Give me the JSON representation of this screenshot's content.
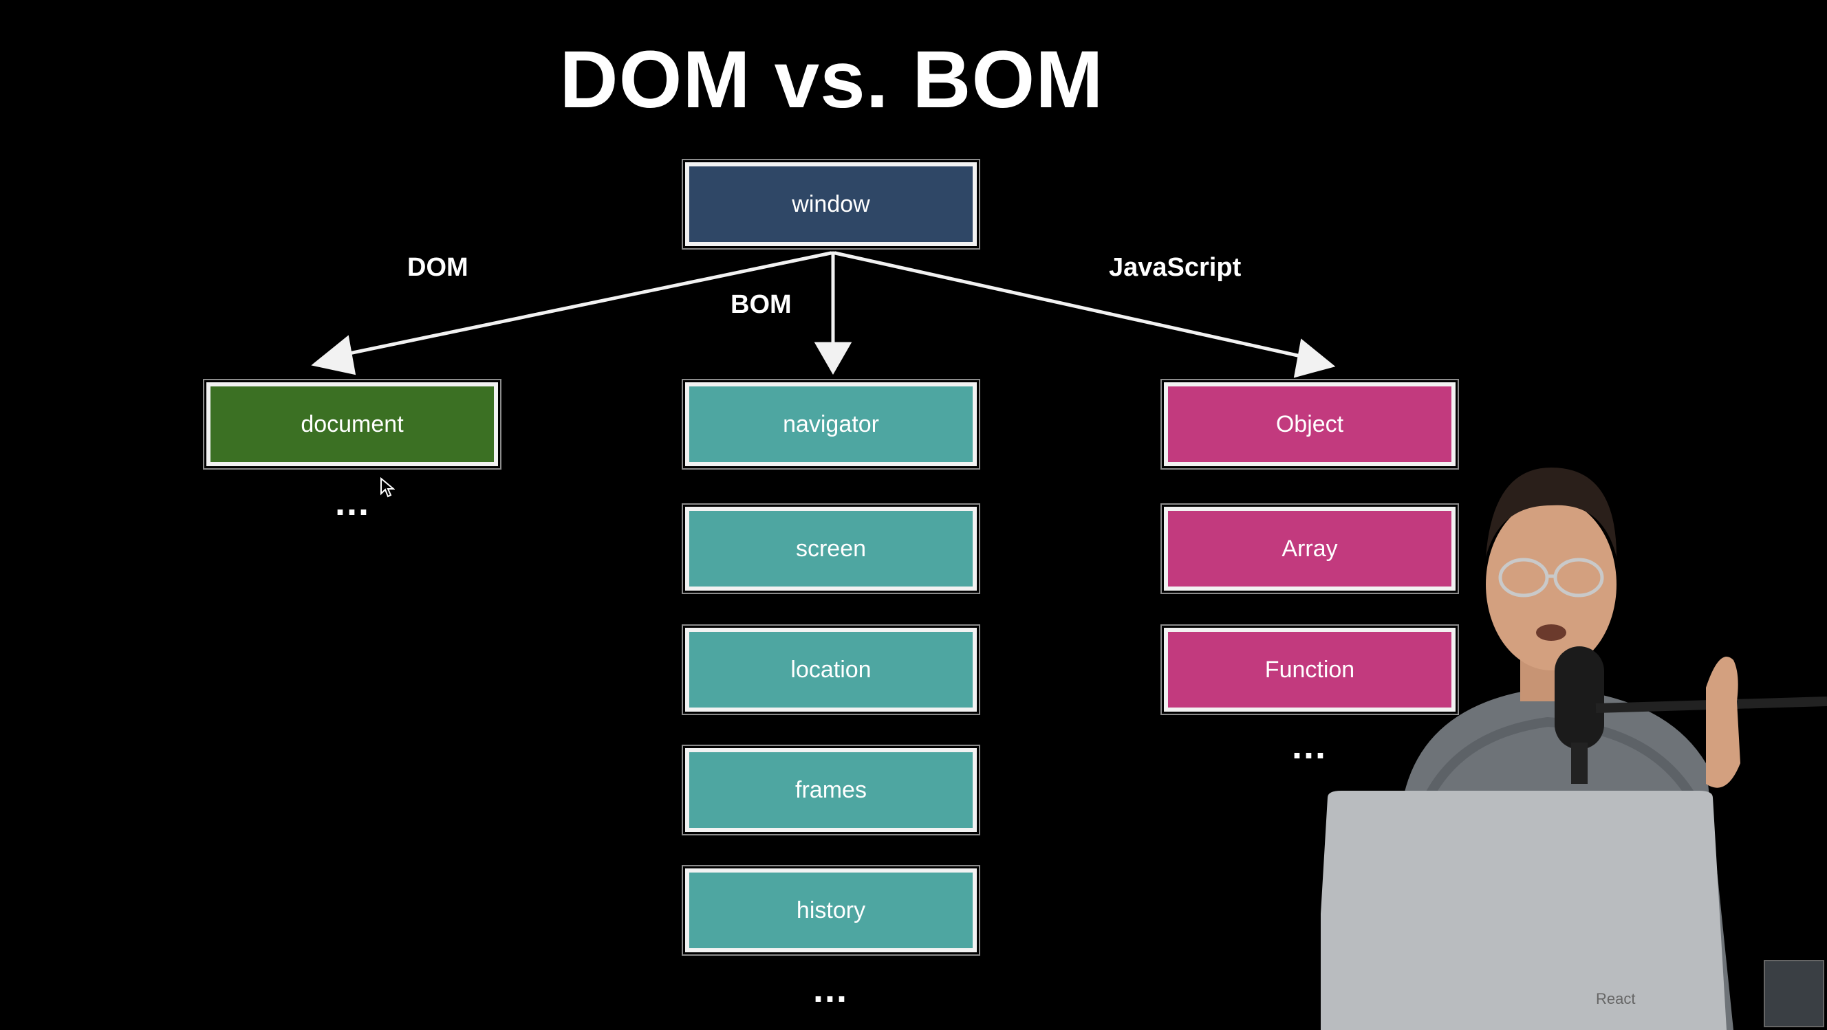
{
  "title": "DOM vs. BOM",
  "root": {
    "label": "window",
    "color": "#2f4766"
  },
  "edges": {
    "dom": "DOM",
    "bom": "BOM",
    "javascript": "JavaScript"
  },
  "dom_column": {
    "color": "#3b7023",
    "items": [
      "document"
    ],
    "ellipsis": "..."
  },
  "bom_column": {
    "color": "#4ea6a1",
    "items": [
      "navigator",
      "screen",
      "location",
      "frames",
      "history"
    ],
    "ellipsis": "..."
  },
  "js_column": {
    "color": "#c23a7e",
    "items": [
      "Object",
      "Array",
      "Function"
    ],
    "ellipsis": "..."
  },
  "laptop_sticker": "React",
  "icons": {
    "cursor": "mouse-pointer-icon",
    "presenter": "presenter-video-image"
  }
}
